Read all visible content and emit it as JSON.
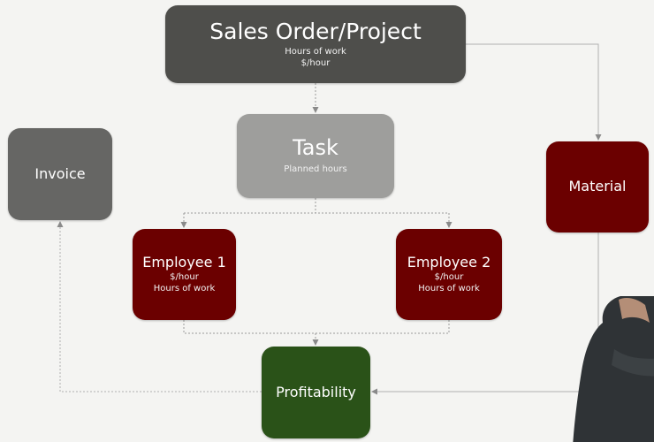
{
  "colors": {
    "background": "#f4f4f2",
    "sales_order": "#4e4e4b",
    "task": "#9e9e9c",
    "invoice": "#666664",
    "material": "#6b0000",
    "employee": "#6b0000",
    "profitability": "#2a5218",
    "connector": "#9a9a9a"
  },
  "nodes": {
    "sales_order": {
      "title": "Sales Order/Project",
      "lines": [
        "Hours of work",
        "$/hour"
      ]
    },
    "task": {
      "title": "Task",
      "lines": [
        "Planned hours"
      ]
    },
    "invoice": {
      "title": "Invoice"
    },
    "material": {
      "title": "Material"
    },
    "employee_1": {
      "title": "Employee 1",
      "lines": [
        "$/hour",
        "Hours of work"
      ]
    },
    "employee_2": {
      "title": "Employee 2",
      "lines": [
        "$/hour",
        "Hours of work"
      ]
    },
    "profitability": {
      "title": "Profitability"
    }
  }
}
